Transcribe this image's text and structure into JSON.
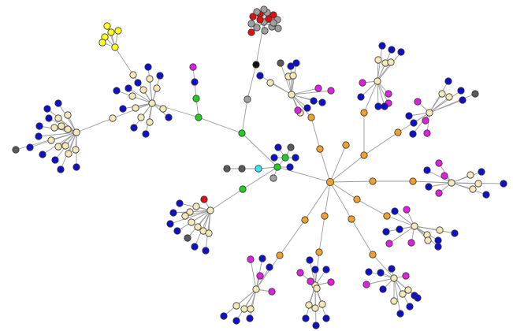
{
  "title": "",
  "colors": {
    "orange": "#f0a030",
    "beige": "#f2e8b8",
    "blue": "#1010c8",
    "magenta": "#e020e0",
    "green": "#20d020",
    "yellow": "#ffff20",
    "red": "#e01010",
    "gray": "#a0a0a0",
    "darkgray": "#5a5a5a",
    "black": "#111111",
    "cyan": "#30e8f0",
    "edge": "#9a9a9a"
  },
  "graph": {
    "node_count": 224,
    "structure": "tree",
    "hub_node_color": "orange",
    "legend": "none",
    "labels": "none"
  }
}
